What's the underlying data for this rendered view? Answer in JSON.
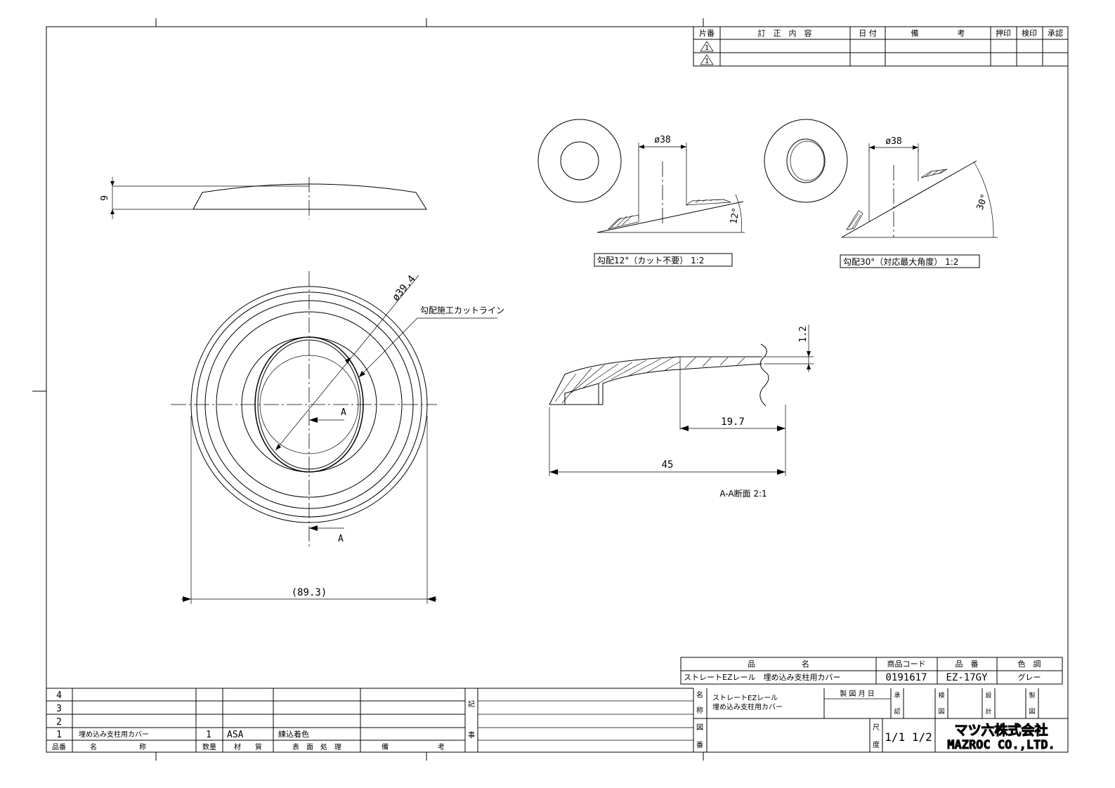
{
  "revision_table": {
    "headers": [
      "片番",
      "訂　正　内　容",
      "日 付",
      "備　　　　　考",
      "押印",
      "検印",
      "承認"
    ],
    "rev_marks": [
      "1",
      "1"
    ]
  },
  "views": {
    "side_height": "9",
    "outer_dia": "ø39.4",
    "cut_line_note": "勾配施工カットライン",
    "width_dim": "(89.3)",
    "section_mark": "A",
    "slope12": {
      "dia": "ø38",
      "angle": "12°",
      "caption": "勾配12°（カット不要） 1:2"
    },
    "slope30": {
      "dia": "ø38",
      "angle": "30°",
      "caption": "勾配30°（対応最大角度） 1:2"
    },
    "section": {
      "thickness": "1.2",
      "inner_dim": "19.7",
      "outer_dim": "45",
      "caption": "A-A断面 2:1"
    }
  },
  "title_block": {
    "headers": [
      "品　　　　　　名",
      "商品コード",
      "品　番",
      "色　調"
    ],
    "product_name": "ストレートEZレール　埋め込み支柱用カバー",
    "product_code": "0191617",
    "part_number": "EZ-17GY",
    "color": "グレー"
  },
  "parts_list": {
    "row_numbers": [
      "4",
      "3",
      "2",
      "1"
    ],
    "row1": {
      "name": "埋め込み支柱用カバー",
      "qty": "1",
      "material": "ASA",
      "finish": "練込着色"
    },
    "headers": [
      "品番",
      "名　　　　　　称",
      "数量",
      "材　　質",
      "表　面　処　理",
      "備　　　　　　　考"
    ]
  },
  "drawing_info": {
    "ki_label": "記",
    "ji_label": "事",
    "mei_label": "名",
    "sho_label": "称",
    "name_line1": "ストレートEZレール",
    "name_line2": "埋め込み支柱用カバー",
    "date_label": "製 図 月 日",
    "approve": [
      "承",
      "認"
    ],
    "check": [
      "検",
      "図"
    ],
    "design": [
      "設",
      "計"
    ],
    "draft": [
      "製",
      "図"
    ],
    "zu_label": "図",
    "ban_label": "番",
    "scale_labels": [
      "尺",
      "度"
    ],
    "scale_value": "1/1  1/2",
    "company_jp": "マツ六株式会社",
    "company_en": "MAZROC CO.,LTD."
  }
}
